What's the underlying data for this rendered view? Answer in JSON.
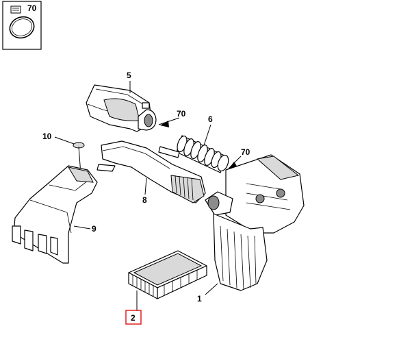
{
  "labels": {
    "clamp_inset": "70",
    "part_5": "5",
    "part_70_upper": "70",
    "part_6": "6",
    "part_70_lower": "70",
    "part_10": "10",
    "part_8": "8",
    "part_9": "9",
    "part_1": "1",
    "part_2": "2"
  },
  "colors": {
    "highlight_box": "#e02020",
    "line": "#000000"
  }
}
